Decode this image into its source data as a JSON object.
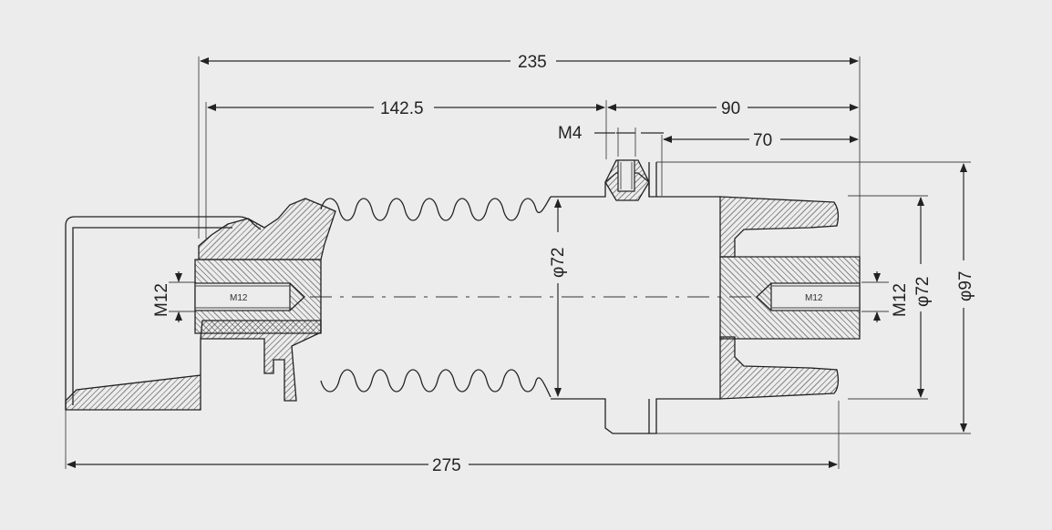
{
  "dimensions": {
    "overall_235": "235",
    "left_142_5": "142.5",
    "right_90": "90",
    "right_70": "70",
    "bottom_275": "275",
    "thread_m4": "M4",
    "thread_m12_left": "M12",
    "thread_m12_right": "M12",
    "diameter_72_center": "φ72",
    "diameter_72_right": "φ72",
    "diameter_97": "φ97",
    "insert_label_left": "M12",
    "insert_label_right": "M12"
  },
  "colors": {
    "background": "#ececec",
    "line": "#222222"
  }
}
